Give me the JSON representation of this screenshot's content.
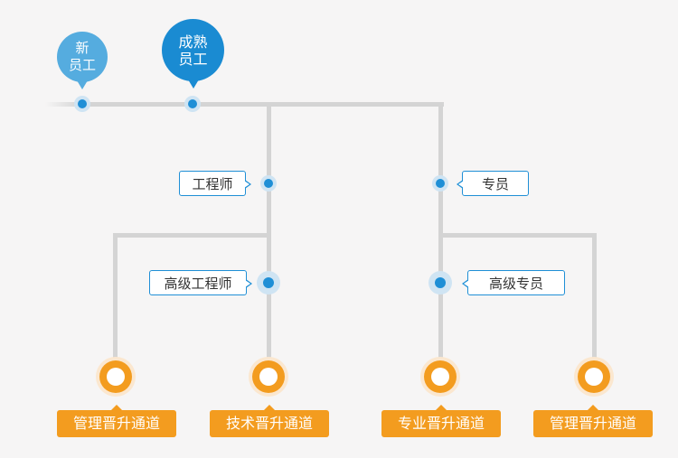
{
  "start": {
    "new_employee": [
      "新",
      "员工"
    ],
    "mature_employee": [
      "成熟",
      "员工"
    ]
  },
  "technical_branch": {
    "level1": "工程师",
    "level2": "高级工程师"
  },
  "specialist_branch": {
    "level1": "专员",
    "level2": "高级专员"
  },
  "paths": [
    {
      "label": "管理晋升通道"
    },
    {
      "label": "技术晋升通道"
    },
    {
      "label": "专业晋升通道"
    },
    {
      "label": "管理晋升通道"
    }
  ],
  "colors": {
    "line": "#d4d4d4",
    "blue": "#1f8fd6",
    "orange": "#f39c1f",
    "background": "#f6f5f5"
  }
}
